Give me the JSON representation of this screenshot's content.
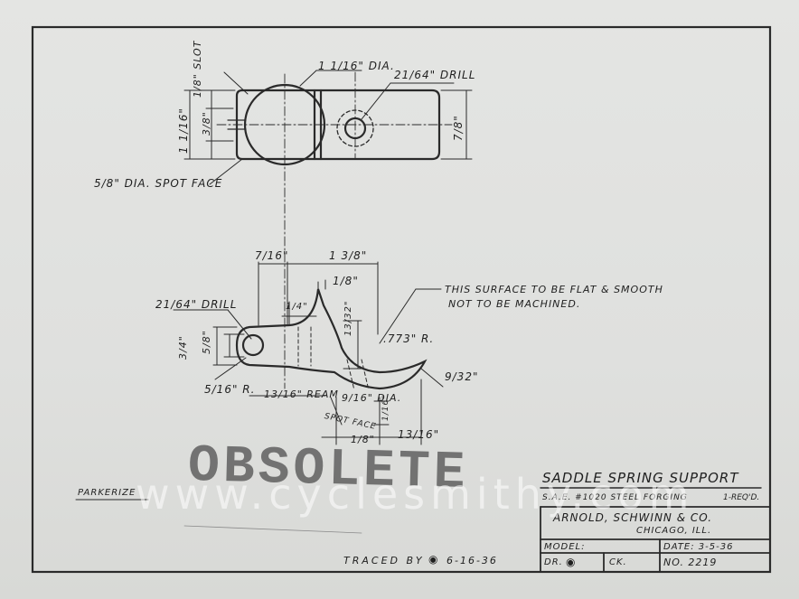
{
  "title_block": {
    "part_name": "SADDLE SPRING SUPPORT",
    "material": "S.A.E. #1020 STEEL FORGING",
    "quantity": "1-REQ'D.",
    "company": "ARNOLD, SCHWINN & CO.",
    "city": "CHICAGO, ILL.",
    "model_label": "MODEL:",
    "date": "DATE: 3-5-36",
    "drawn_label": "DR.",
    "checked_label": "CK.",
    "number": "NO. 2219"
  },
  "notes": {
    "finish": "PARKERIZE",
    "traced": "TRACED BY",
    "traced_date": "6-16-36",
    "surface_note_1": "THIS SURFACE TO BE FLAT & SMOOTH",
    "surface_note_2": "NOT TO BE MACHINED."
  },
  "stamp": "OBSOLETE",
  "watermark": "www.cyclesmithy.com",
  "dimensions": {
    "dia_1_1_16": "1 1/16\" DIA.",
    "drill_21_64_top": "21/64\" DRILL",
    "seven_eighths_right": "7/8\"",
    "slot": "1/8\" SLOT",
    "spot_face_5_8": "5/8\" DIA. SPOT FACE",
    "left_1_1_16": "1 1/16\"",
    "left_3_8": "3/8\"",
    "w_7_16": "7/16\"",
    "w_1_3_8": "1 3/8\"",
    "one_eighth": "1/8\"",
    "drill_21_64_front": "21/64\" DRILL",
    "left_3_4": "3/4\"",
    "left_5_8": "5/8\"",
    "quarter": "1/4\"",
    "radius_773": ".773\" R.",
    "h_13_32": "13/32\"",
    "r_9_32": "9/32\"",
    "r_5_16": "5/16\" R.",
    "ream_13_16": "13/16\" REAM",
    "dia_9_16": "9/16\" DIA.",
    "spot_face": "SPOT FACE",
    "small_1_16": "1/16\"",
    "w_1_8": "1/8\"",
    "w_13_16": "13/16\""
  }
}
